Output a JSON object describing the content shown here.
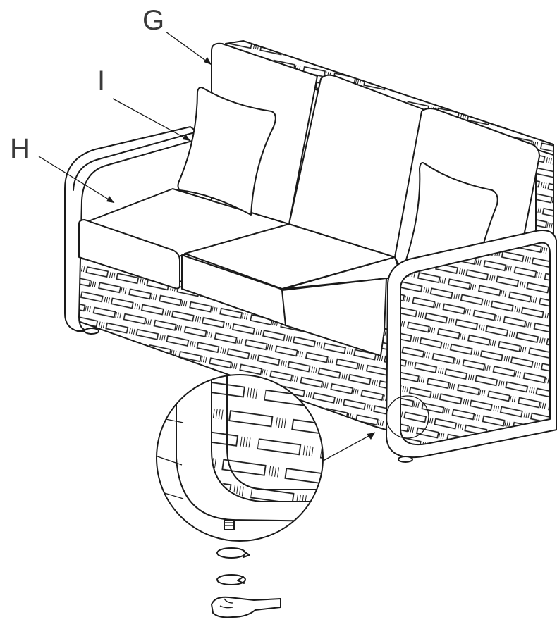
{
  "callouts": [
    {
      "id": "G",
      "label": "G"
    },
    {
      "id": "I",
      "label": "I"
    },
    {
      "id": "H",
      "label": "H"
    }
  ],
  "parts": {
    "G": "back-cushion",
    "I": "throw-pillow",
    "H": "seat-cushion"
  },
  "colors": {
    "line": "#1a1a1a",
    "label": "#3a3a3a",
    "background": "#ffffff"
  },
  "icons": [
    "rotate-clockwise-icon",
    "rotate-counterclockwise-icon",
    "hand-icon"
  ]
}
